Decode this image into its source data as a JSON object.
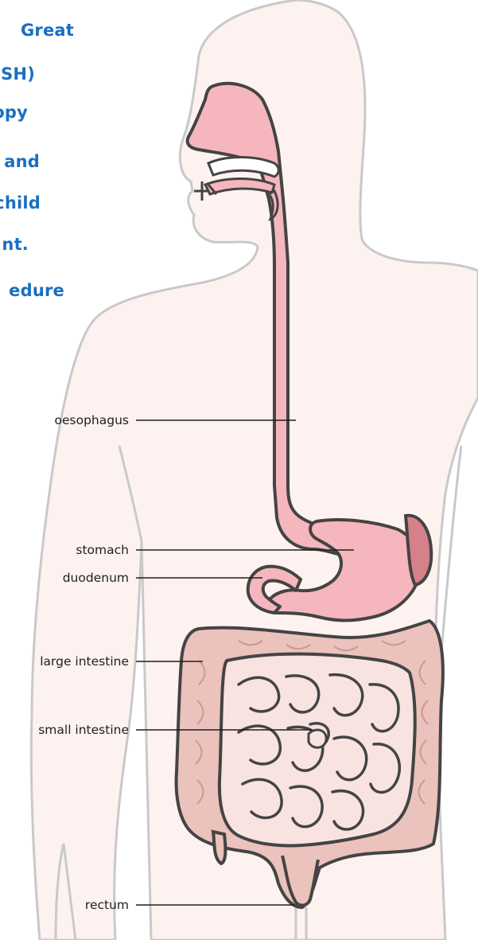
{
  "intro_text_fragments": [
    "Great",
    "SH)",
    "opy",
    "and",
    "child",
    "nt.",
    "edure"
  ],
  "labels": {
    "oesophagus": "oesophagus",
    "stomach": "stomach",
    "duodenum": "duodenum",
    "large_intestine": "large intestine",
    "small_intestine": "small intestine",
    "rectum": "rectum"
  },
  "colors": {
    "text_blue": "#1a6fc2",
    "body_fill": "#fdf2ef",
    "body_outline": "#c9c9c9",
    "organ_pink": "#f5b6bd",
    "stomach_dark": "#d6808a",
    "large_intestine": "#ebc2bc",
    "small_intestine": "#f8e3e1",
    "outline": "#444444"
  }
}
